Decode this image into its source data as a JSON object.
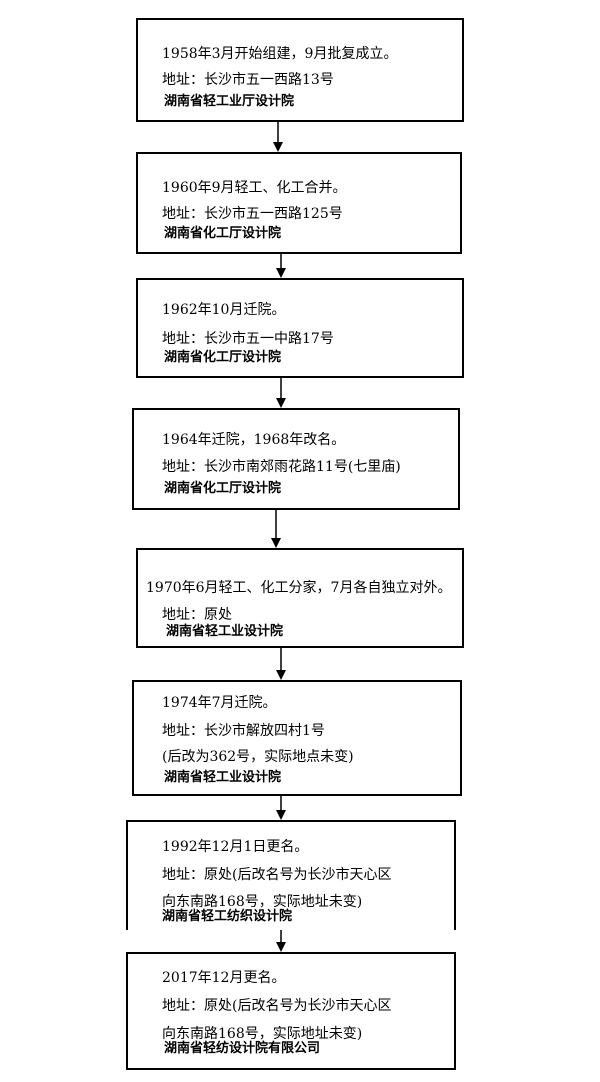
{
  "stages": [
    {
      "lines": [
        "1958年3月开始组建，9月批复成立。",
        "地址：长沙市五一西路13号"
      ],
      "name": "湖南省轻工业厅设计院"
    },
    {
      "lines": [
        "1960年9月轻工、化工合并。",
        "地址：长沙市五一西路125号"
      ],
      "name": "湖南省化工厅设计院"
    },
    {
      "lines": [
        "1962年10月迁院。",
        "地址：长沙市五一中路17号"
      ],
      "name": "湖南省化工厅设计院"
    },
    {
      "lines": [
        "1964年迁院，1968年改名。",
        "地址：长沙市南郊雨花路11号(七里庙)"
      ],
      "name": "湖南省化工厅设计院"
    },
    {
      "lines": [
        "1970年6月轻工、化工分家，7月各自独立对外。",
        "地址：原处"
      ],
      "name": "湖南省轻工业设计院"
    },
    {
      "lines": [
        "1974年7月迁院。",
        "地址：长沙市解放四村1号",
        "(后改为362号，实际地点未变)"
      ],
      "name": "湖南省轻工业设计院"
    },
    {
      "lines": [
        "1992年12月1日更名。",
        "地址：原处(后改名号为长沙市天心区",
        "向东南路168号，实际地址未变)"
      ],
      "name": "湖南省轻工纺织设计院"
    },
    {
      "lines": [
        "2017年12月更名。",
        "地址：原处(后改名号为长沙市天心区",
        "向东南路168号，实际地址未变)"
      ],
      "name": "湖南省轻纺设计院有限公司"
    }
  ]
}
